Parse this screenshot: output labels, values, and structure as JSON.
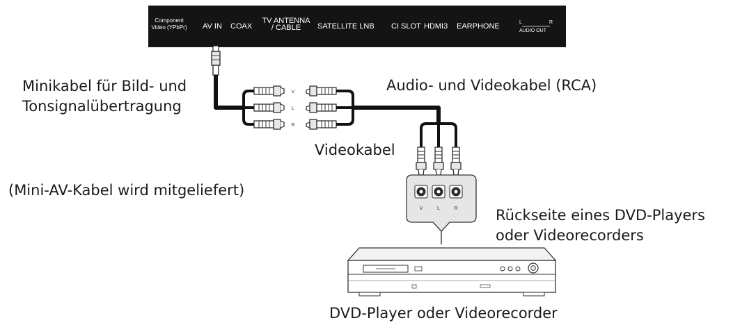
{
  "tv_panel": {
    "ports": {
      "component_l1": "Component",
      "component_l2": "Video (YPbPr)",
      "av_in": "AV IN",
      "coax": "COAX",
      "antenna_l1": "TV ANTENNA",
      "antenna_l2": "/ CABLE",
      "satellite": "SATELLITE LNB",
      "ci_slot": "CI SLOT",
      "hdmi3": "HDMI3",
      "earphone": "EARPHONE",
      "audio_out_l": "L",
      "audio_out_r": "R",
      "audio_out": "AUDIO OUT"
    }
  },
  "labels": {
    "mini_cable_l1": "Minikabel für Bild- und",
    "mini_cable_l2": "Tonsignalübertragung",
    "rca_cable": "Audio- und Videokabel (RCA)",
    "video_cable": "Videokabel",
    "mini_supplied": "(Mini-AV-Kabel wird mitgeliefert)",
    "back_l1": "Rückseite eines DVD-Players",
    "back_l2": "oder Videorecorders",
    "device": "DVD-Player oder Videorecorder"
  },
  "plug_letters": {
    "v": "V",
    "l": "L",
    "r": "R"
  },
  "jack_letters": {
    "v": "V",
    "l": "L",
    "r": "R"
  }
}
